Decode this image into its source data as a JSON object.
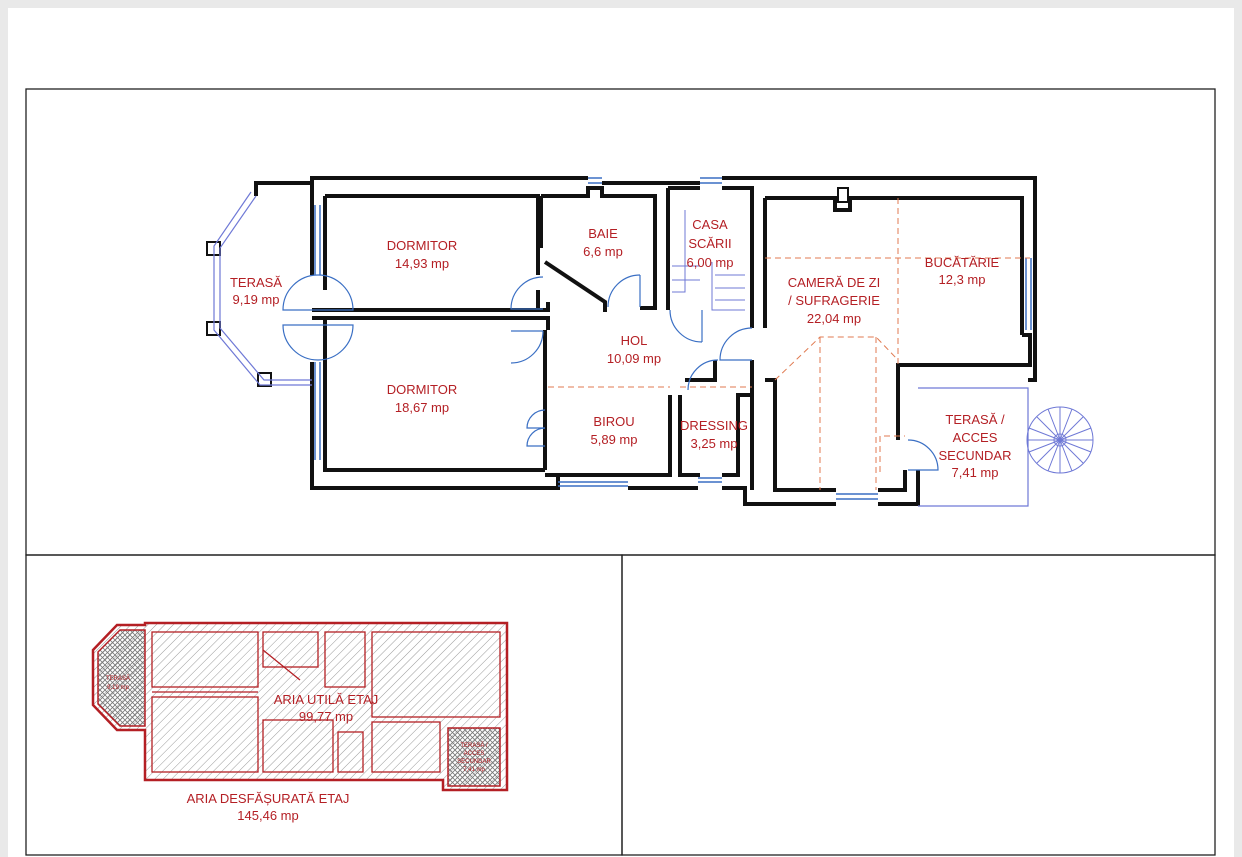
{
  "colors": {
    "wall": "#111111",
    "label": "#b41f24",
    "window": "#3a6fc4",
    "dashed": "#e07a50",
    "hatch": "#9a9a9a",
    "outline_red": "#b41f24"
  },
  "rooms": [
    {
      "name": "TERASĂ",
      "area": "9,19 mp"
    },
    {
      "name": "DORMITOR",
      "area": "14,93 mp"
    },
    {
      "name": "DORMITOR",
      "area": "18,67 mp"
    },
    {
      "name": "BAIE",
      "area": "6,6 mp"
    },
    {
      "name": "CASA",
      "name2": "SCĂRII",
      "area": "6,00 mp"
    },
    {
      "name": "HOL",
      "area": "10,09 mp"
    },
    {
      "name": "BIROU",
      "area": "5,89 mp"
    },
    {
      "name": "DRESSING",
      "area": "3,25 mp"
    },
    {
      "name": "CAMERĂ DE ZI",
      "name2": "/ SUFRAGERIE",
      "area": "22,04 mp"
    },
    {
      "name": "BUCĂTĂRIE",
      "area": "12,3 mp"
    },
    {
      "name": "TERASĂ /",
      "name2": "ACCES",
      "name3": "SECUNDAR",
      "area": "7,41 mp"
    }
  ],
  "summary": {
    "useful_title": "ARIA UTILĂ ETAJ",
    "useful_area": "99,77 mp",
    "total_title": "ARIA DESFĂȘURATĂ ETAJ",
    "total_area": "145,46 mp",
    "small_left_name": "TERASĂ",
    "small_left_area": "9,19 mp",
    "small_right_name": "TERASĂ /",
    "small_right_name2": "ACCES",
    "small_right_name3": "SECUNDAR",
    "small_right_area": "7,41 mp"
  }
}
